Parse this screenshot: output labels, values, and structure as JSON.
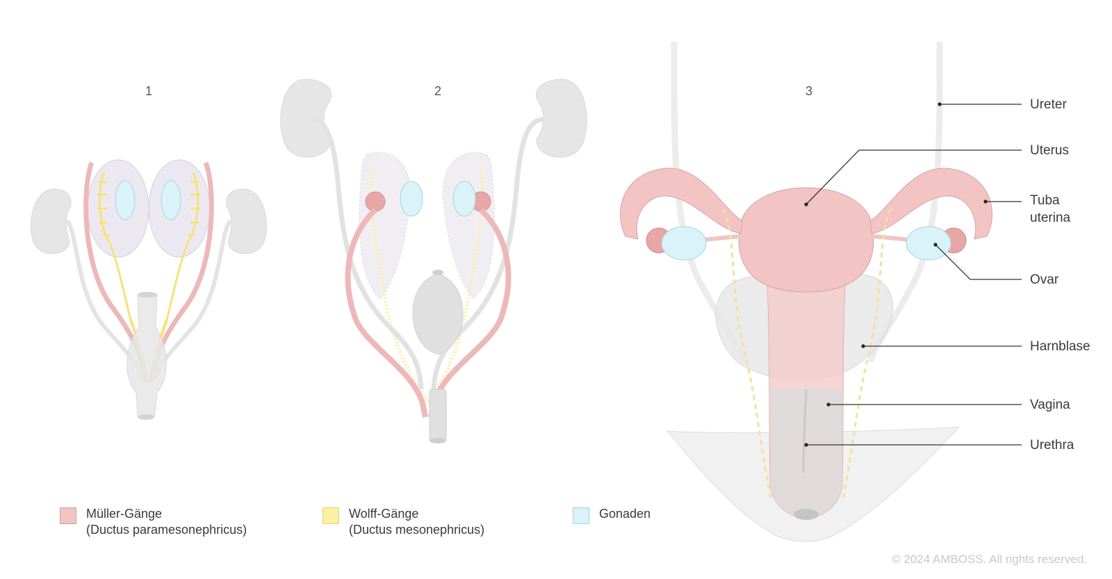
{
  "panels": [
    {
      "number": "1"
    },
    {
      "number": "2"
    },
    {
      "number": "3"
    }
  ],
  "labels": {
    "ureter": "Ureter",
    "uterus": "Uterus",
    "tuba_line1": "Tuba",
    "tuba_line2": "uterina",
    "ovar": "Ovar",
    "harnblase": "Harnblase",
    "vagina": "Vagina",
    "urethra": "Urethra"
  },
  "legend": [
    {
      "title": "Müller-Gänge",
      "subtitle": "(Ductus paramesonephricus)",
      "fill": "#f2c4c4",
      "stroke": "#d99a9a"
    },
    {
      "title": "Wolff-Gänge",
      "subtitle": "(Ductus mesonephricus)",
      "fill": "#fbf0a6",
      "stroke": "#e6d36a"
    },
    {
      "title": "Gonaden",
      "subtitle": "",
      "fill": "#d9f3f8",
      "stroke": "#9fd6e3"
    }
  ],
  "copyright": "© 2024 AMBOSS. All rights reserved.",
  "colors": {
    "mueller": "#f2c4c4",
    "wolff": "#fbf0a6",
    "gonad": "#d9f3f8",
    "gray_structure": "#e6e6e6",
    "leader_line": "#333333"
  }
}
